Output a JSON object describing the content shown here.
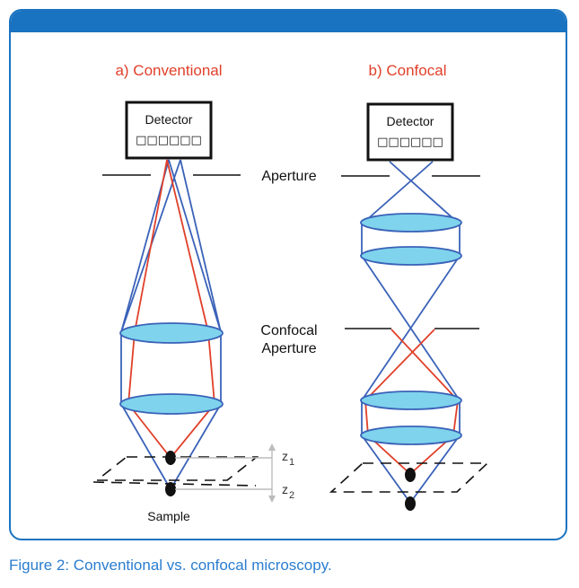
{
  "panel_a": {
    "title": "a) Conventional",
    "detector_label": "Detector",
    "detector_pixels": "□□□□□□",
    "sample_label": "Sample"
  },
  "panel_b": {
    "title": "b) Confocal",
    "detector_label": "Detector",
    "detector_pixels": "□□□□□□"
  },
  "labels": {
    "aperture": "Aperture",
    "confocal_line1": "Confocal",
    "confocal_line2": "Aperture"
  },
  "z_axis": {
    "z1": "z",
    "z1_sub": "1",
    "z2": "z",
    "z2_sub": "2"
  },
  "caption": "Figure 2: Conventional vs. confocal microscopy.",
  "colors": {
    "frame": "#1a73c0",
    "red_ray": "#e0402a",
    "blue_ray": "#3a62b8",
    "lens_fill": "#7fd3ec",
    "caption": "#2a7dd0"
  }
}
